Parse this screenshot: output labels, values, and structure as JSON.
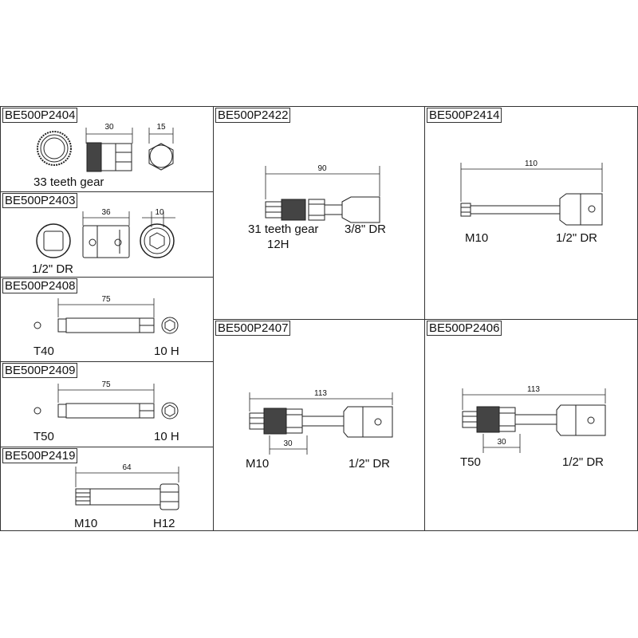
{
  "panels": [
    {
      "code": "BE500P2404",
      "dims": [
        "30",
        "15"
      ],
      "labels": [
        "33 teeth gear"
      ]
    },
    {
      "code": "BE500P2403",
      "dims": [
        "36",
        "10"
      ],
      "labels": [
        "1/2\" DR"
      ]
    },
    {
      "code": "BE500P2408",
      "dims": [
        "75"
      ],
      "labels": [
        "T40",
        "10 H"
      ]
    },
    {
      "code": "BE500P2409",
      "dims": [
        "75"
      ],
      "labels": [
        "T50",
        "10 H"
      ]
    },
    {
      "code": "BE500P2419",
      "dims": [
        "64"
      ],
      "labels": [
        "M10",
        "H12"
      ]
    },
    {
      "code": "BE500P2422",
      "dims": [
        "90"
      ],
      "labels": [
        "31 teeth gear",
        "12H",
        "3/8\" DR"
      ]
    },
    {
      "code": "BE500P2414",
      "dims": [
        "110"
      ],
      "labels": [
        "M10",
        "1/2\" DR"
      ]
    },
    {
      "code": "BE500P2407",
      "dims": [
        "113",
        "30"
      ],
      "labels": [
        "M10",
        "1/2\" DR"
      ]
    },
    {
      "code": "BE500P2406",
      "dims": [
        "113",
        "30"
      ],
      "labels": [
        "T50",
        "1/2\" DR"
      ]
    }
  ]
}
